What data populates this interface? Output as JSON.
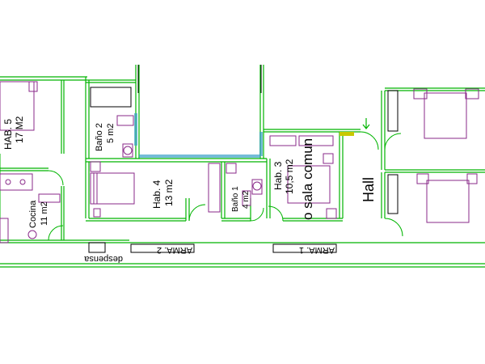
{
  "rooms": {
    "hab5": {
      "name": "HAB. 5",
      "area": "17 M2"
    },
    "bano2": {
      "name": "Baño 2",
      "area": "5 m2"
    },
    "cocina": {
      "name": "Cocina",
      "area": "11 m2"
    },
    "hab4": {
      "name": "Hab. 4",
      "area": "13 m2"
    },
    "bano1": {
      "name": "Baño 1",
      "area": "4 m2"
    },
    "hab3": {
      "name": "Hab. 3",
      "area": "10,5 m2",
      "note": "o sala comun"
    },
    "hall": {
      "name": "Hall"
    }
  },
  "labels": {
    "arma2": "ARMA. 2",
    "arma1": "ARMA. 1",
    "despensa": "despensa"
  },
  "colors": {
    "wall": "#00b400",
    "furniture": "#8a2a8a",
    "glass": "#39a0c8",
    "door": "#c8c800"
  }
}
